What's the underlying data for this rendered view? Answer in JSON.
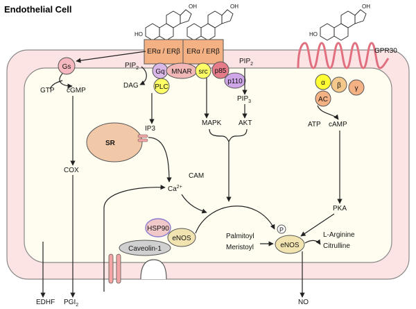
{
  "title": "Endothelial Cell",
  "receptors": {
    "er_left": "ERα / ERβ",
    "er_right": "ERα / ERβ",
    "gpr30": "GPR30"
  },
  "proteins": {
    "gs": "Gs",
    "gq": "Gq",
    "mnar": "MNAR",
    "src": "src",
    "p85": "p85",
    "p110": "p110",
    "plc": "PLC",
    "sr": "SR",
    "hsp90": "HSP90",
    "enos_left": "eNOS",
    "caveolin": "Caveolin-1",
    "p_marker": "P",
    "enos_right": "eNOS",
    "alpha": "α",
    "beta": "β",
    "gamma": "γ",
    "ac": "AC"
  },
  "labels": {
    "gtp": "GTP",
    "cgmp": "cGMP",
    "pip2_left": "PIP",
    "pip2_left_sub": "2",
    "dag": "DAG",
    "ip3": "IP3",
    "pip2_right": "PIP",
    "pip2_right_sub": "2",
    "pip3": "PIP",
    "pip3_sub": "3",
    "mapk": "MAPK",
    "akt": "AKT",
    "atp": "ATP",
    "camp": "cAMP",
    "cox": "COX",
    "ca": "Ca",
    "ca_sup": "2+",
    "cam": "CAM",
    "pka": "PKA",
    "palmitoyl": "Palmitoyl",
    "meristoyl": "Meristoyl",
    "l_arginine": "L-Arginine",
    "citrulline": "Citrulline",
    "edhf": "EDHF",
    "pgi2": "PGI",
    "pgi2_sub": "2",
    "no": "NO"
  },
  "colors": {
    "membrane": "#fce4e4",
    "cytoplasm": "#fffdf0",
    "receptor": "#f4b183",
    "gs": "#f6b8c0",
    "gq": "#d9b8e8",
    "mnar": "#f2b8b8",
    "src": "#ffff66",
    "p85": "#e67b8a",
    "p110": "#cfa7e8",
    "plc": "#ffff66",
    "sr": "#f2c9a8",
    "hsp90": "#f2c9c9",
    "enos": "#f2e4b0",
    "caveolin": "#d0d0d0",
    "alpha": "#ffff33",
    "beta": "#f4c88a",
    "gamma": "#f4b183",
    "ac": "#f4b183",
    "channel": "#f4a6a6",
    "gpr30_line": "#e07080"
  }
}
